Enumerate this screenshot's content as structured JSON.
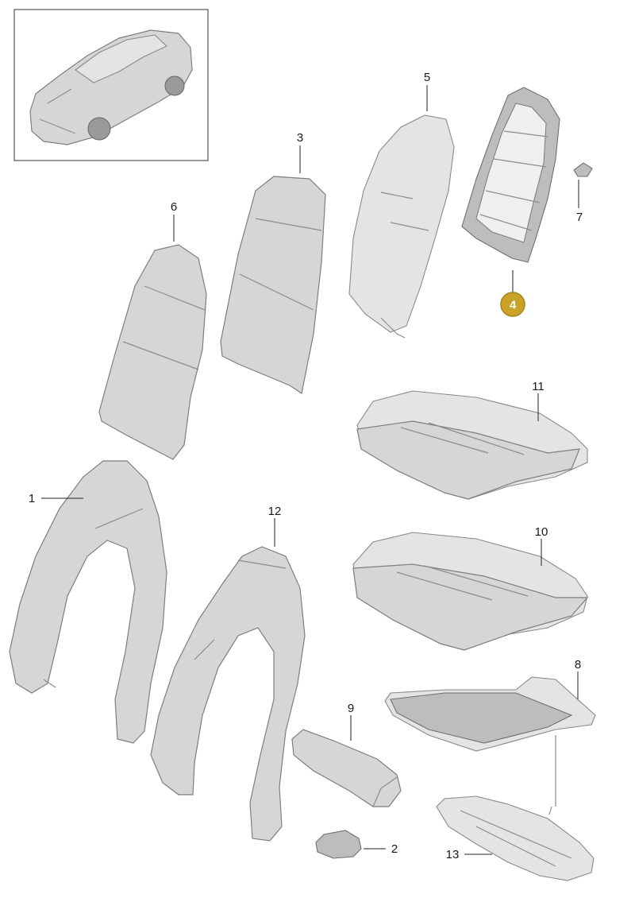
{
  "callouts": [
    {
      "id": "1"
    },
    {
      "id": "2"
    },
    {
      "id": "3"
    },
    {
      "id": "4",
      "highlighted": true
    },
    {
      "id": "5"
    },
    {
      "id": "6"
    },
    {
      "id": "7"
    },
    {
      "id": "8"
    },
    {
      "id": "9"
    },
    {
      "id": "10"
    },
    {
      "id": "11"
    },
    {
      "id": "12"
    },
    {
      "id": "13"
    }
  ],
  "colors": {
    "highlight": "#c9a227",
    "part_fill": "#d6d6d6",
    "outline": "#7e7e7e",
    "frame_border": "#555555"
  },
  "icons": {
    "car_thumbnail": "sports-car-icon"
  }
}
